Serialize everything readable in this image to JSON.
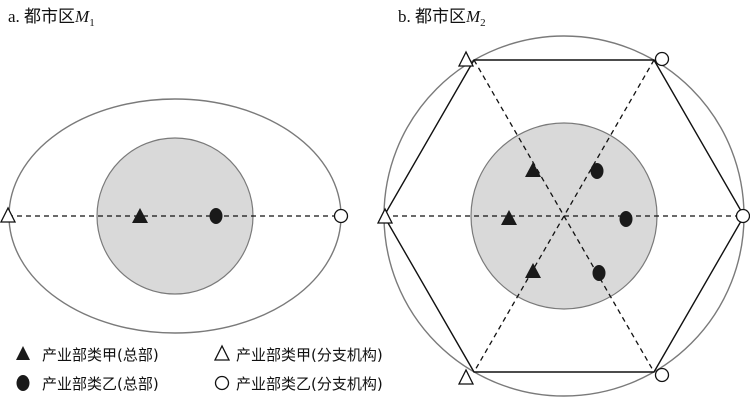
{
  "panels": {
    "a": {
      "prefix": "a. 都市区",
      "italic_letter": "M",
      "subscript": "1"
    },
    "b": {
      "prefix": "b. 都市区",
      "italic_letter": "M",
      "subscript": "2"
    }
  },
  "legend": {
    "hq_a": "产业部类甲(总部)",
    "branch_a": "产业部类甲(分支机构)",
    "hq_b": "产业部类乙(总部)",
    "branch_b": "产业部类乙(分支机构)"
  },
  "colors": {
    "core_fill": "#d9d9d9",
    "outline": "#7a7a7a",
    "marker": "#1a1a1a"
  }
}
